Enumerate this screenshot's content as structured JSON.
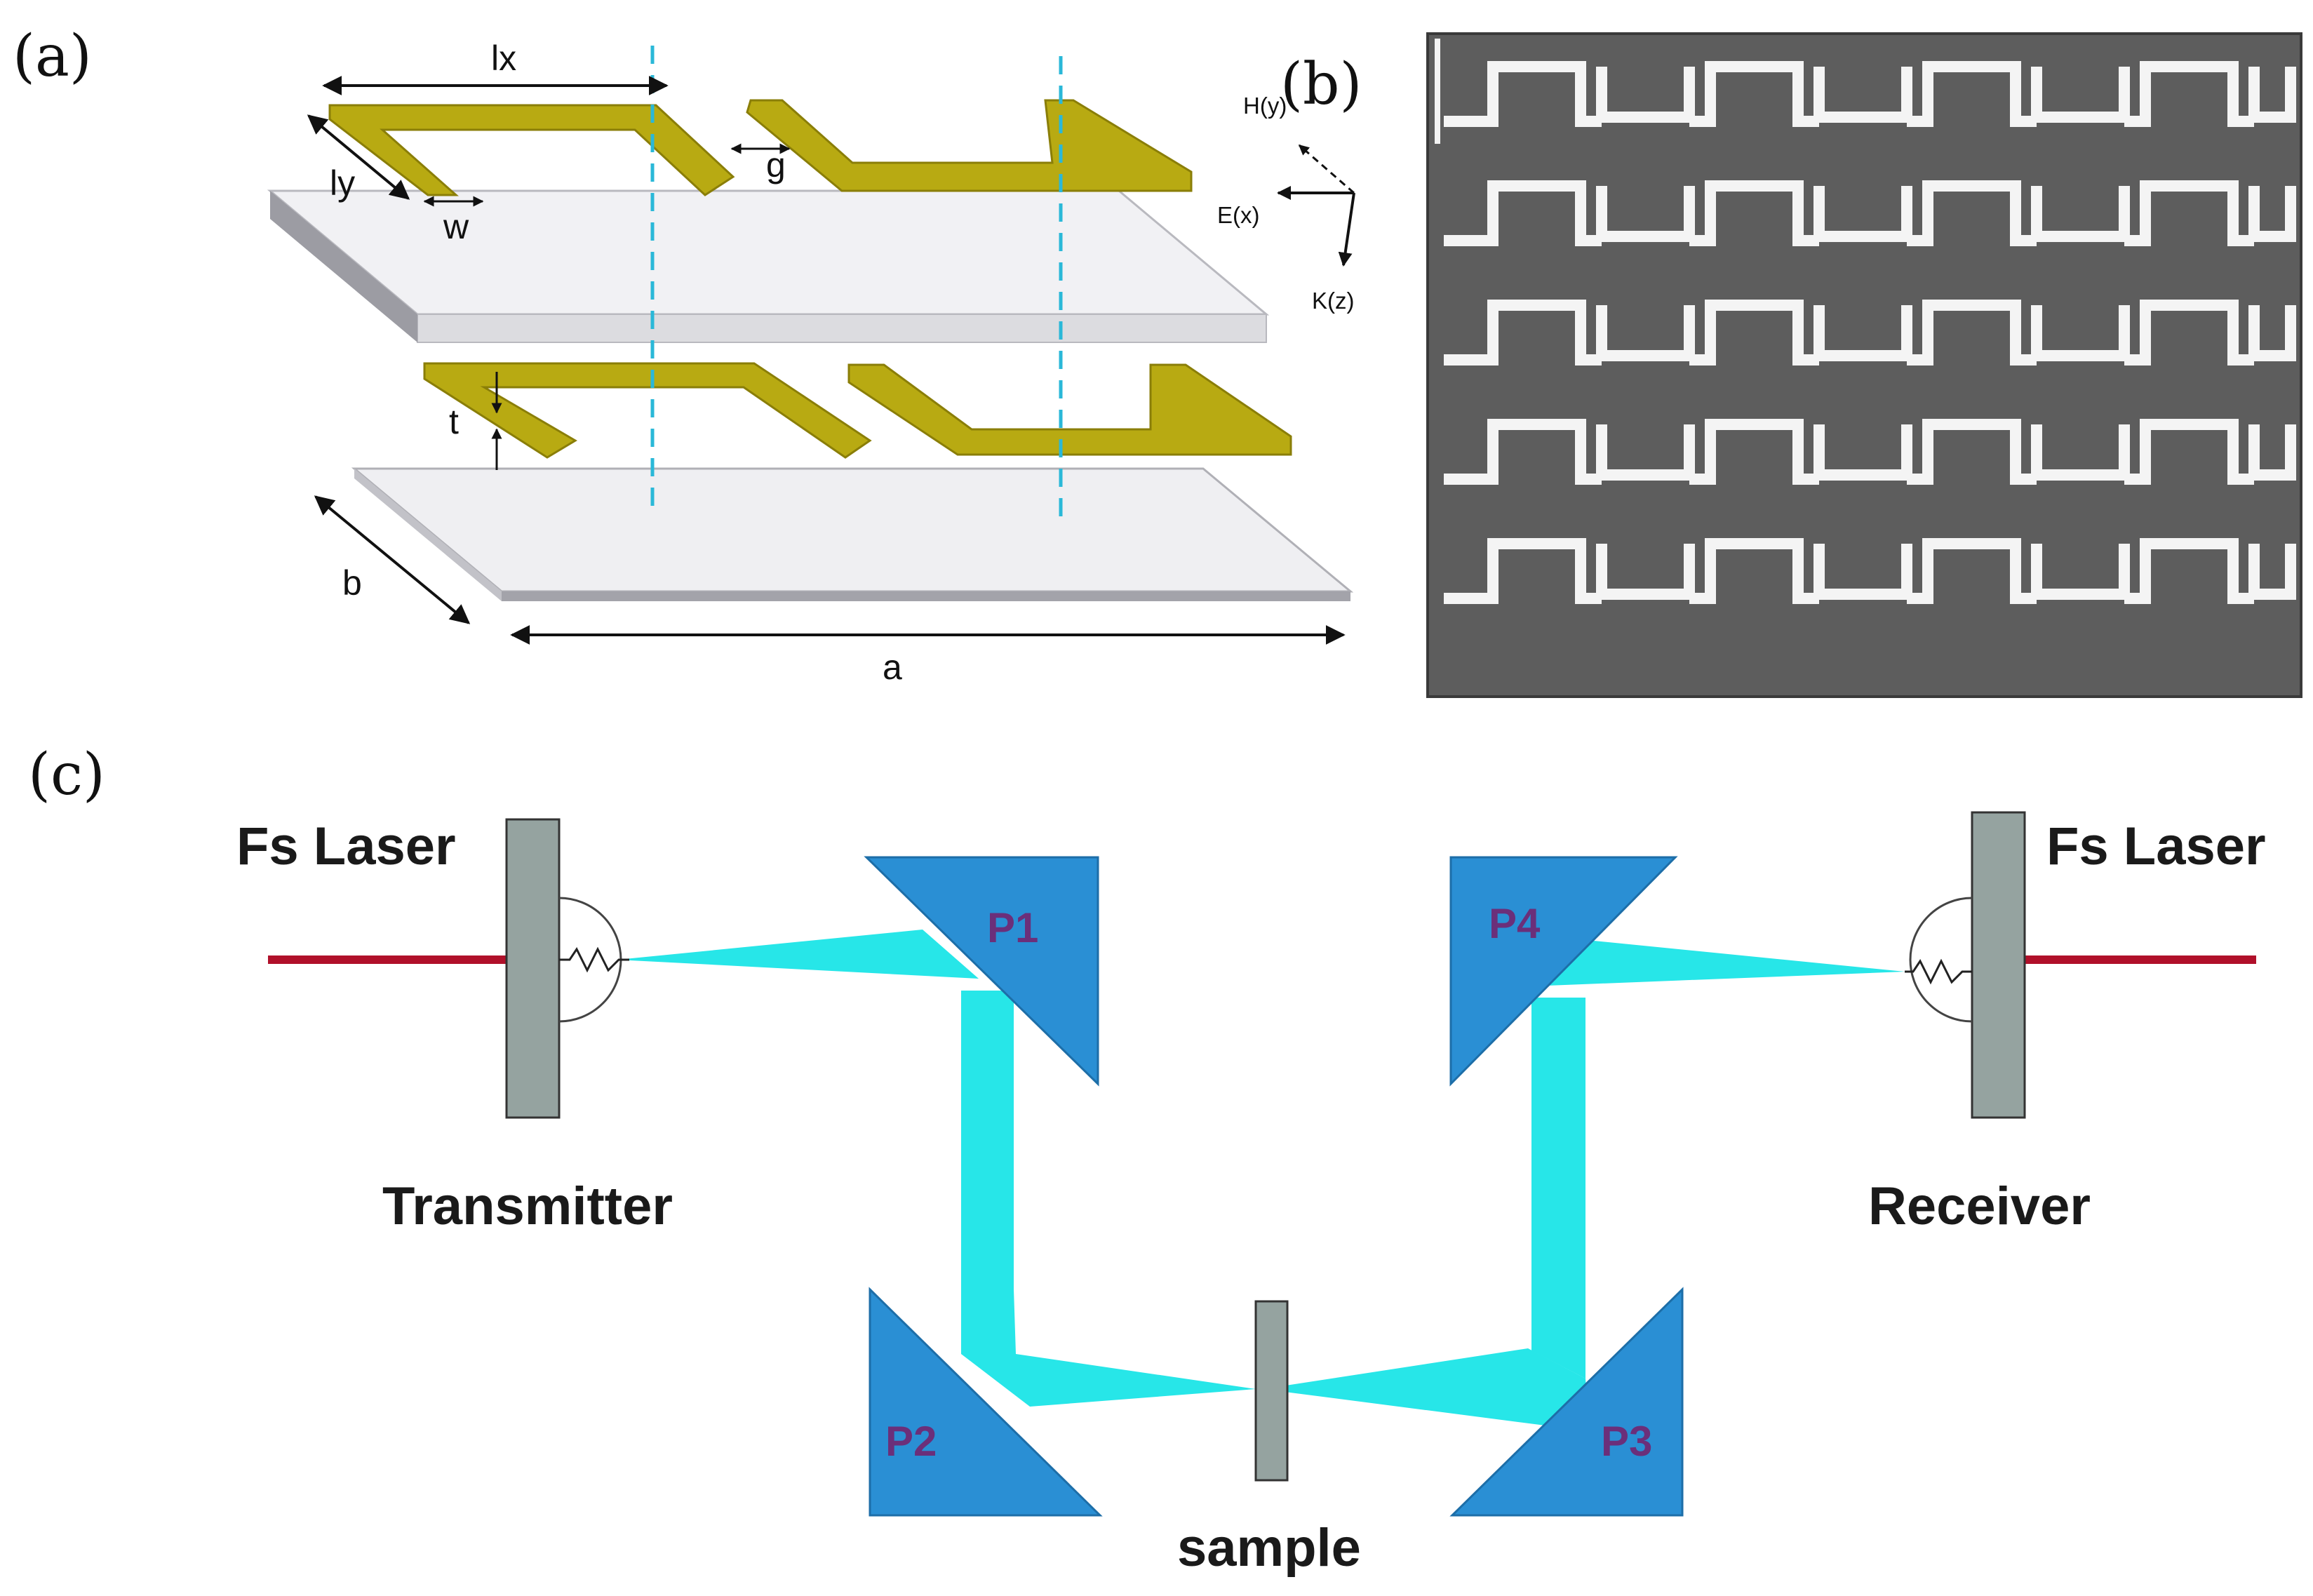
{
  "panels": {
    "a": "(a)",
    "b": "(b)",
    "c": "(c)"
  },
  "srr_schematic": {
    "dimensions": {
      "lx": "lx",
      "ly": "ly",
      "w": "w",
      "g": "g",
      "t": "t",
      "a": "a",
      "b": "b"
    },
    "axes": {
      "h": "H(y)",
      "e": "E(x)",
      "k": "K(z)"
    }
  },
  "setup": {
    "laser_left": "Fs Laser",
    "laser_right": "Fs Laser",
    "transmitter": "Transmitter",
    "receiver": "Receiver",
    "sample": "sample",
    "prisms": [
      "P1",
      "P2",
      "P3",
      "P4"
    ]
  },
  "colors": {
    "gold": "#b8aa12",
    "gold_dark": "#8a7e08",
    "beam": "#27e6e8",
    "prism": "#2a8fd4",
    "laser": "#b0102a",
    "dashed": "#2ab8d8",
    "micro_bg": "#5d5d5d"
  }
}
